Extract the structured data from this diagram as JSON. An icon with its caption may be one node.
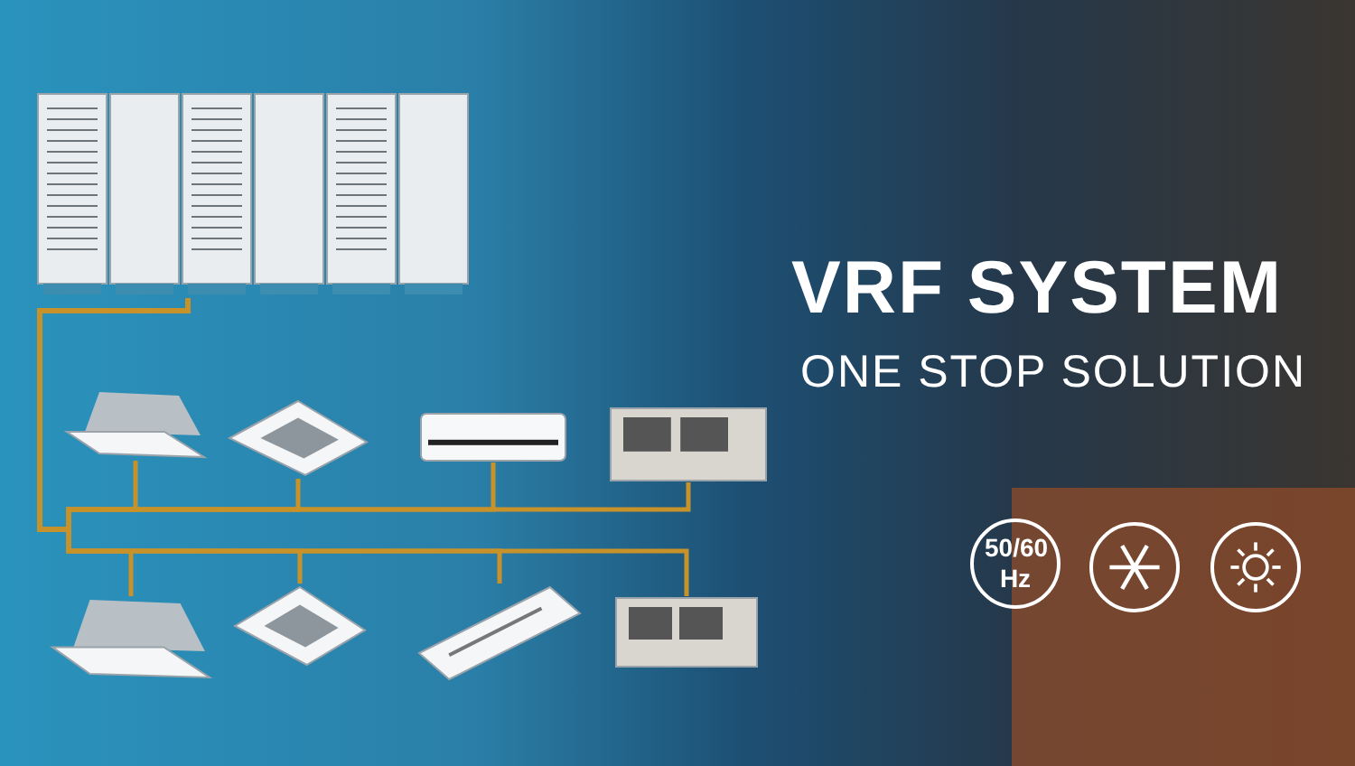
{
  "diagram": {
    "title": "VRF SYSTEM",
    "nodes": [
      {
        "text": [],
        "shape": "picture"
      },
      {
        "text": [],
        "shape": "picture"
      },
      {
        "text": [],
        "shape": "picture"
      },
      {
        "text": [],
        "shape": "picture"
      },
      {
        "text": [],
        "shape": "picture"
      },
      {
        "text": [],
        "shape": "picture"
      },
      {
        "text": [],
        "shape": "picture"
      },
      {
        "text": [],
        "shape": "picture"
      },
      {
        "text": [],
        "shape": "picture"
      },
      {
        "text": [
          "50/60 Hz"
        ]
      },
      {
        "text": [],
        "shape": "circle"
      },
      {
        "text": [],
        "shape": "circle"
      }
    ],
    "edges": [
      {
        "from": 0,
        "to": 1,
        "arrow": "none"
      },
      {
        "from": 0,
        "to": 2,
        "arrow": "none"
      },
      {
        "from": 0,
        "to": 3,
        "arrow": "none"
      },
      {
        "from": 0,
        "to": 4,
        "arrow": "none"
      },
      {
        "from": 0,
        "to": 5,
        "arrow": "none"
      },
      {
        "from": 0,
        "to": 6,
        "arrow": "none"
      },
      {
        "from": 0,
        "to": 7,
        "arrow": "none"
      },
      {
        "from": 0,
        "to": 8,
        "arrow": "none"
      }
    ],
    "labels": [
      "ONE STOP SOLUTION"
    ]
  }
}
